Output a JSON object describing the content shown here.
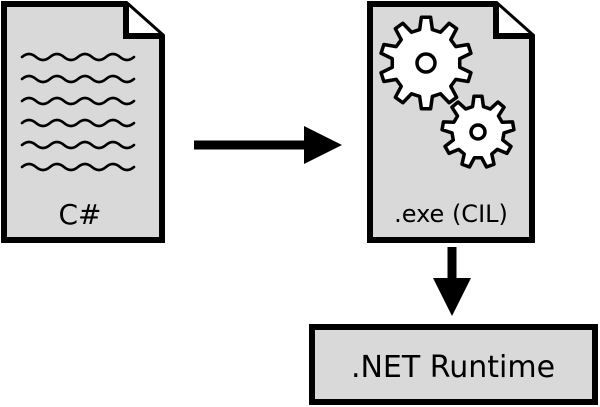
{
  "diagram": {
    "source_file": {
      "label": "C#",
      "icon": "document-text-icon"
    },
    "compiled_file": {
      "label": ".exe (CIL)",
      "icon": "gears-icon"
    },
    "runtime": {
      "label": ".NET Runtime"
    },
    "colors": {
      "page_fill": "#d9d9d9",
      "stroke": "#000000",
      "background": "#ffffff"
    }
  }
}
